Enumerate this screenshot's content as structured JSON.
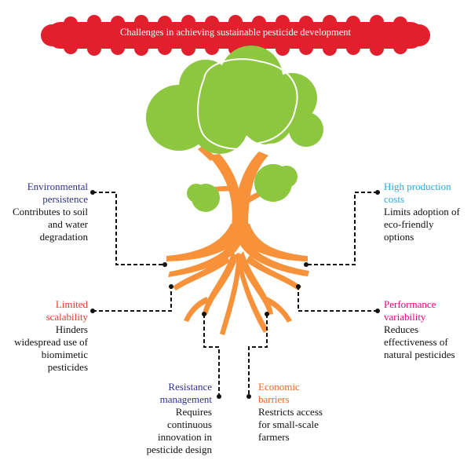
{
  "title": "Challenges in achieving sustainable pesticide development",
  "colors": {
    "banner": "#e21f2d",
    "canopy": "#8dc63f",
    "trunk": "#f7923a",
    "connector": "#111111"
  },
  "challenges": [
    {
      "id": "environmental",
      "heading": "Environmental persistence",
      "heading_lines": [
        "Environmental",
        "persistence"
      ],
      "description_lines": [
        "Contributes to soil",
        "and water",
        "degradation"
      ],
      "color": "#2e3192"
    },
    {
      "id": "limited",
      "heading": "Limited scalability",
      "heading_lines": [
        "Limited",
        "scalability"
      ],
      "description_lines": [
        "Hinders",
        "widespread use of",
        "biomimetic",
        "pesticides"
      ],
      "color": "#e5392f"
    },
    {
      "id": "resistance",
      "heading": "Resistance management",
      "heading_lines": [
        "Resistance",
        "management"
      ],
      "description_lines": [
        "Requires",
        "continuous",
        "innovation in",
        "pesticide design"
      ],
      "color": "#2e3192"
    },
    {
      "id": "economic",
      "heading": "Economic barriers",
      "heading_lines": [
        "Economic",
        "barriers"
      ],
      "description_lines": [
        "Restricts access",
        "for small-scale",
        "farmers"
      ],
      "color": "#f26522"
    },
    {
      "id": "high-cost",
      "heading": "High production costs",
      "heading_lines": [
        "High production",
        "costs"
      ],
      "description_lines": [
        "Limits adoption of",
        "eco-friendly",
        "options"
      ],
      "color": "#29a9e0"
    },
    {
      "id": "performance",
      "heading": "Performance variability",
      "heading_lines": [
        "Performance",
        "variability"
      ],
      "description_lines": [
        "Reduces",
        "effectiveness of",
        "natural pesticides"
      ],
      "color": "#e6007e"
    }
  ]
}
